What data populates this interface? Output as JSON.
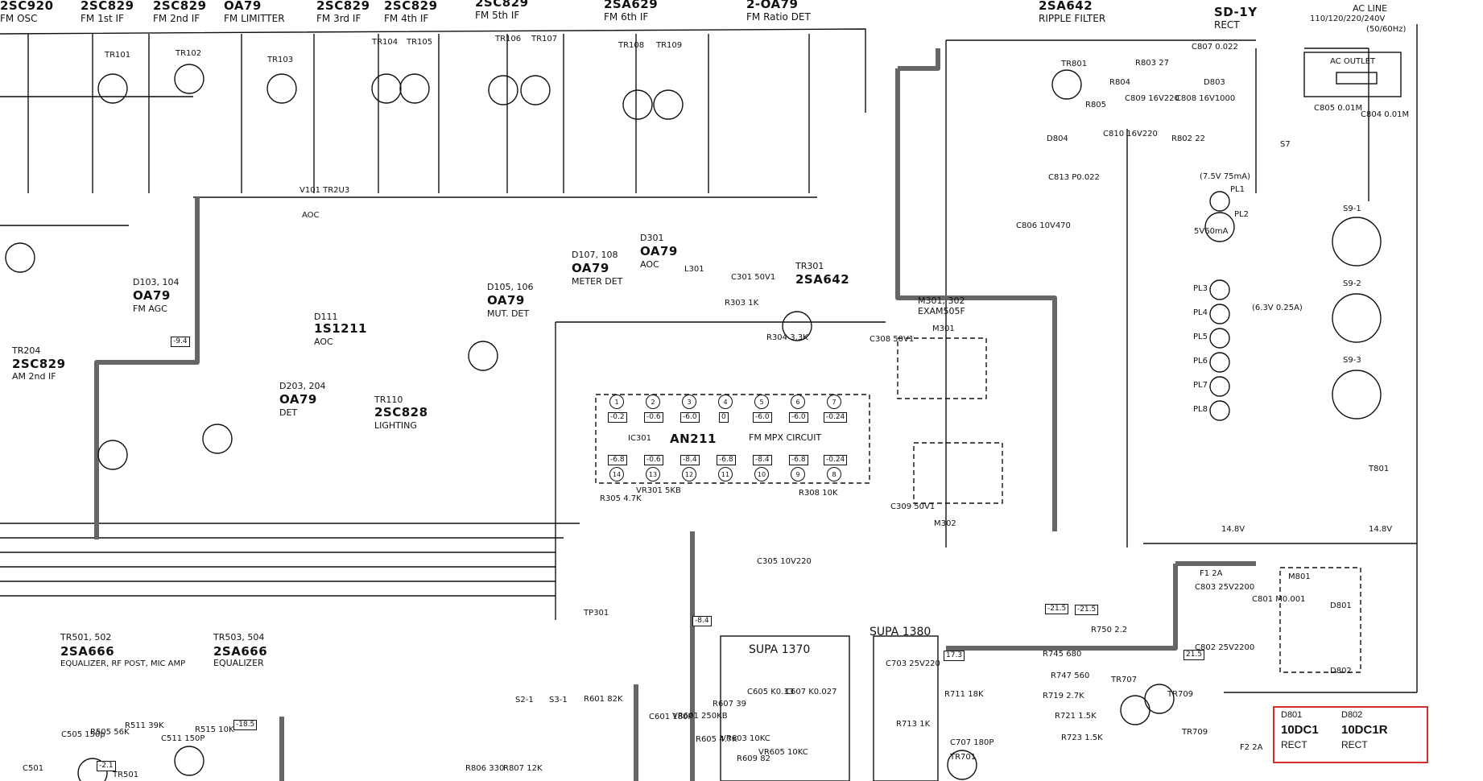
{
  "headers": [
    {
      "type": "2SC920",
      "func": "FM OSC"
    },
    {
      "type": "2SC829",
      "func": "FM 1st IF"
    },
    {
      "type": "2SC829",
      "func": "FM 2nd IF"
    },
    {
      "type": "OA79",
      "func": "FM LIMITTER"
    },
    {
      "type": "2SC829",
      "func": "FM 3rd IF"
    },
    {
      "type": "2SC829",
      "func": "FM 4th IF"
    },
    {
      "type": "2SC829",
      "func": "FM 5th IF"
    },
    {
      "type": "2SA629",
      "func": "FM 6th IF"
    },
    {
      "type": "2-OA79",
      "func": "FM Ratio DET"
    },
    {
      "type": "2SA642",
      "func": "RIPPLE FILTER"
    },
    {
      "type": "SD-1Y",
      "func": "RECT"
    }
  ],
  "ac_line": {
    "title": "AC LINE",
    "voltages": "110/120/220/240V",
    "freq": "(50/60Hz)",
    "outlet": "AC OUTLET"
  },
  "blocks": [
    {
      "id": "tr3_d103",
      "ref": "D103, 104",
      "type": "OA79",
      "func": "FM AGC"
    },
    {
      "id": "d111",
      "ref": "D111",
      "type": "1S1211",
      "func": "AOC"
    },
    {
      "id": "d105",
      "ref": "D105, 106",
      "type": "OA79",
      "func": "MUT. DET"
    },
    {
      "id": "d107",
      "ref": "D107, 108",
      "type": "OA79",
      "func": "METER DET"
    },
    {
      "id": "d301",
      "ref": "D301",
      "type": "OA79",
      "func": "AOC"
    },
    {
      "id": "tr301",
      "ref": "TR301",
      "type": "2SA642",
      "func": ""
    },
    {
      "id": "m301",
      "ref": "M301, 302",
      "type": "EXAM505F",
      "func": ""
    },
    {
      "id": "tr204",
      "ref": "TR204",
      "type": "2SC829",
      "func": "AM 2nd IF"
    },
    {
      "id": "d203",
      "ref": "D203, 204",
      "type": "OA79",
      "func": "DET"
    },
    {
      "id": "tr110",
      "ref": "TR110",
      "type": "2SC828",
      "func": "LIGHTING"
    },
    {
      "id": "ic301",
      "ref": "IC301",
      "type": "AN211",
      "func": "FM MPX CIRCUIT"
    },
    {
      "id": "tr501",
      "ref": "TR501, 502",
      "type": "2SA666",
      "func": "EQUALIZER, RF POST, MIC AMP"
    },
    {
      "id": "tr503",
      "ref": "TR503, 504",
      "type": "2SA666",
      "func": "EQUALIZER"
    },
    {
      "id": "supa1370",
      "ref": "",
      "type": "SUPA 1370",
      "func": ""
    },
    {
      "id": "supa1380",
      "ref": "",
      "type": "SUPA 1380",
      "func": ""
    }
  ],
  "ic_pins_top": [
    "1",
    "2",
    "3",
    "4",
    "5",
    "6",
    "7"
  ],
  "ic_pins_top_v": [
    "-0.2",
    "-0.6",
    "-6.0",
    "0",
    "-6.0",
    "-6.0",
    "-0.24"
  ],
  "ic_pins_bottom": [
    "14",
    "13",
    "12",
    "11",
    "10",
    "9",
    "8"
  ],
  "ic_pins_bottom_v": [
    "-6.8",
    "-0.6",
    "-8.4",
    "-6.8",
    "-8.4",
    "-6.8",
    "-0.24"
  ],
  "components": [
    "TR101",
    "TR102",
    "TR103",
    "TR104",
    "TR105",
    "TR106",
    "TR107",
    "TR108",
    "TR109",
    "TR801",
    "R803 27",
    "C807 0.022",
    "D803",
    "C809 16V220",
    "C808 16V1000",
    "R805",
    "R804",
    "C810 16V220",
    "D804",
    "C813 P0.022",
    "R802 22",
    "PL1",
    "PL2",
    "(7.5V 75mA)",
    "5V60mA",
    "S9-1",
    "S9-2",
    "S9-3",
    "PL3",
    "PL4",
    "PL5",
    "PL6",
    "PL7",
    "PL8",
    "(6.3V 0.25A)",
    "T801",
    "S7",
    "C805 0.01M",
    "C804 0.01M",
    "C806 10V470",
    "V101 TR2U3",
    "AOC",
    "L301",
    "C301 50V1",
    "R303 1K",
    "R304 3.3K",
    "C308 50V1",
    "M301",
    "M302",
    "C309 50V1",
    "VR301 5KB",
    "R305 4.7K",
    "R308 10K",
    "C305 10V220",
    "TP301",
    "R601 82K",
    "C601 180P",
    "VR601 250KB",
    "R605 4.7K",
    "VR603 10KC",
    "VR605 10KC",
    "R609 82",
    "C605 K0.33",
    "C607 K0.027",
    "R607 39",
    "C703 25V220",
    "R711 18K",
    "R713 1K",
    "C707 180P",
    "TR701",
    "R745 680",
    "R747 560",
    "R719 2.7K",
    "R721 1.5K",
    "TR707",
    "TR709",
    "R723 1.5K",
    "TR709",
    "F1 2A",
    "F2 2A",
    "R750 2.2",
    "M801",
    "D801",
    "D802",
    "C801 M0.001",
    "C803 25V2200",
    "C802 25V2200",
    "R515 10K",
    "R511 39K",
    "C511 150P",
    "C505 150p",
    "R505 56K",
    "TR501",
    "C501",
    "S2-1",
    "S3-1",
    "R807 12K",
    "R806 330"
  ],
  "voltages": [
    "14.8V",
    "14.8V",
    "-21.5",
    "-21.5",
    "21.5",
    "-18.5",
    "17.3",
    "-8.4",
    "-9.4",
    "-2.1"
  ],
  "callout": {
    "d801_ref": "D801",
    "d801_type": "10DC1",
    "d801_func": "RECT",
    "d802_ref": "D802",
    "d802_type": "10DC1R",
    "d802_func": "RECT"
  }
}
